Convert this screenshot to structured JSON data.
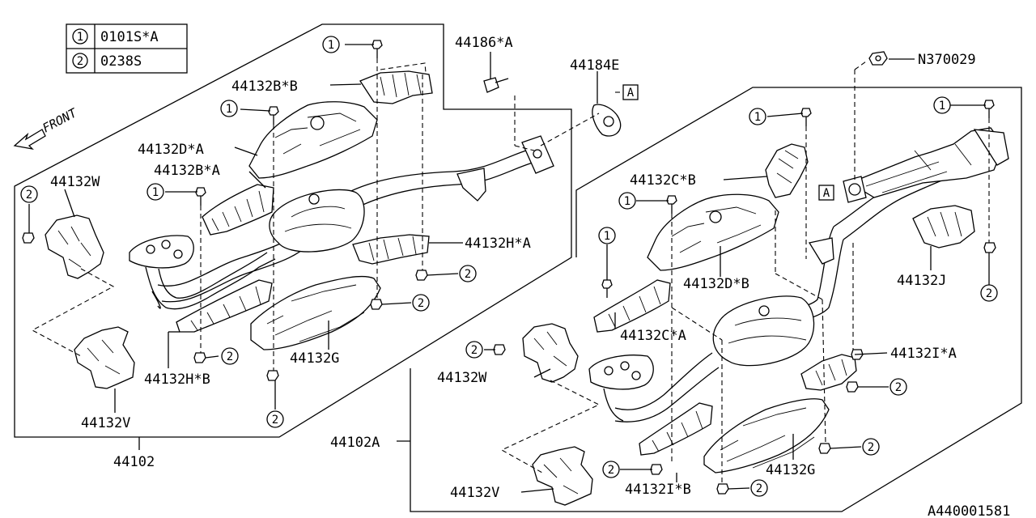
{
  "legend": {
    "rows": [
      {
        "num": "1",
        "code": "0101S*A"
      },
      {
        "num": "2",
        "code": "0238S"
      }
    ]
  },
  "front_label": "FRONT",
  "parts": {
    "p44186": "44186*A",
    "p44184": "44184E",
    "p44132BB": "44132B*B",
    "p44132DA": "44132D*A",
    "p44132BA": "44132B*A",
    "p44132W_left": "44132W",
    "p44132HA": "44132H*A",
    "p44132HB": "44132H*B",
    "p44132G_left": "44132G",
    "p44132V_left": "44132V",
    "p44102": "44102",
    "pN370029": "N370029",
    "p44132CB": "44132C*B",
    "p44132DB": "44132D*B",
    "p44132CA": "44132C*A",
    "p44132J": "44132J",
    "p44132W_right": "44132W",
    "p44132IA": "44132I*A",
    "p44132IB": "44132I*B",
    "p44132G_right": "44132G",
    "p44132V_right": "44132V",
    "p44102A": "44102A"
  },
  "ref_box_label": "A",
  "callout": {
    "one": "1",
    "two": "2"
  },
  "diagram_id": "A440001581"
}
